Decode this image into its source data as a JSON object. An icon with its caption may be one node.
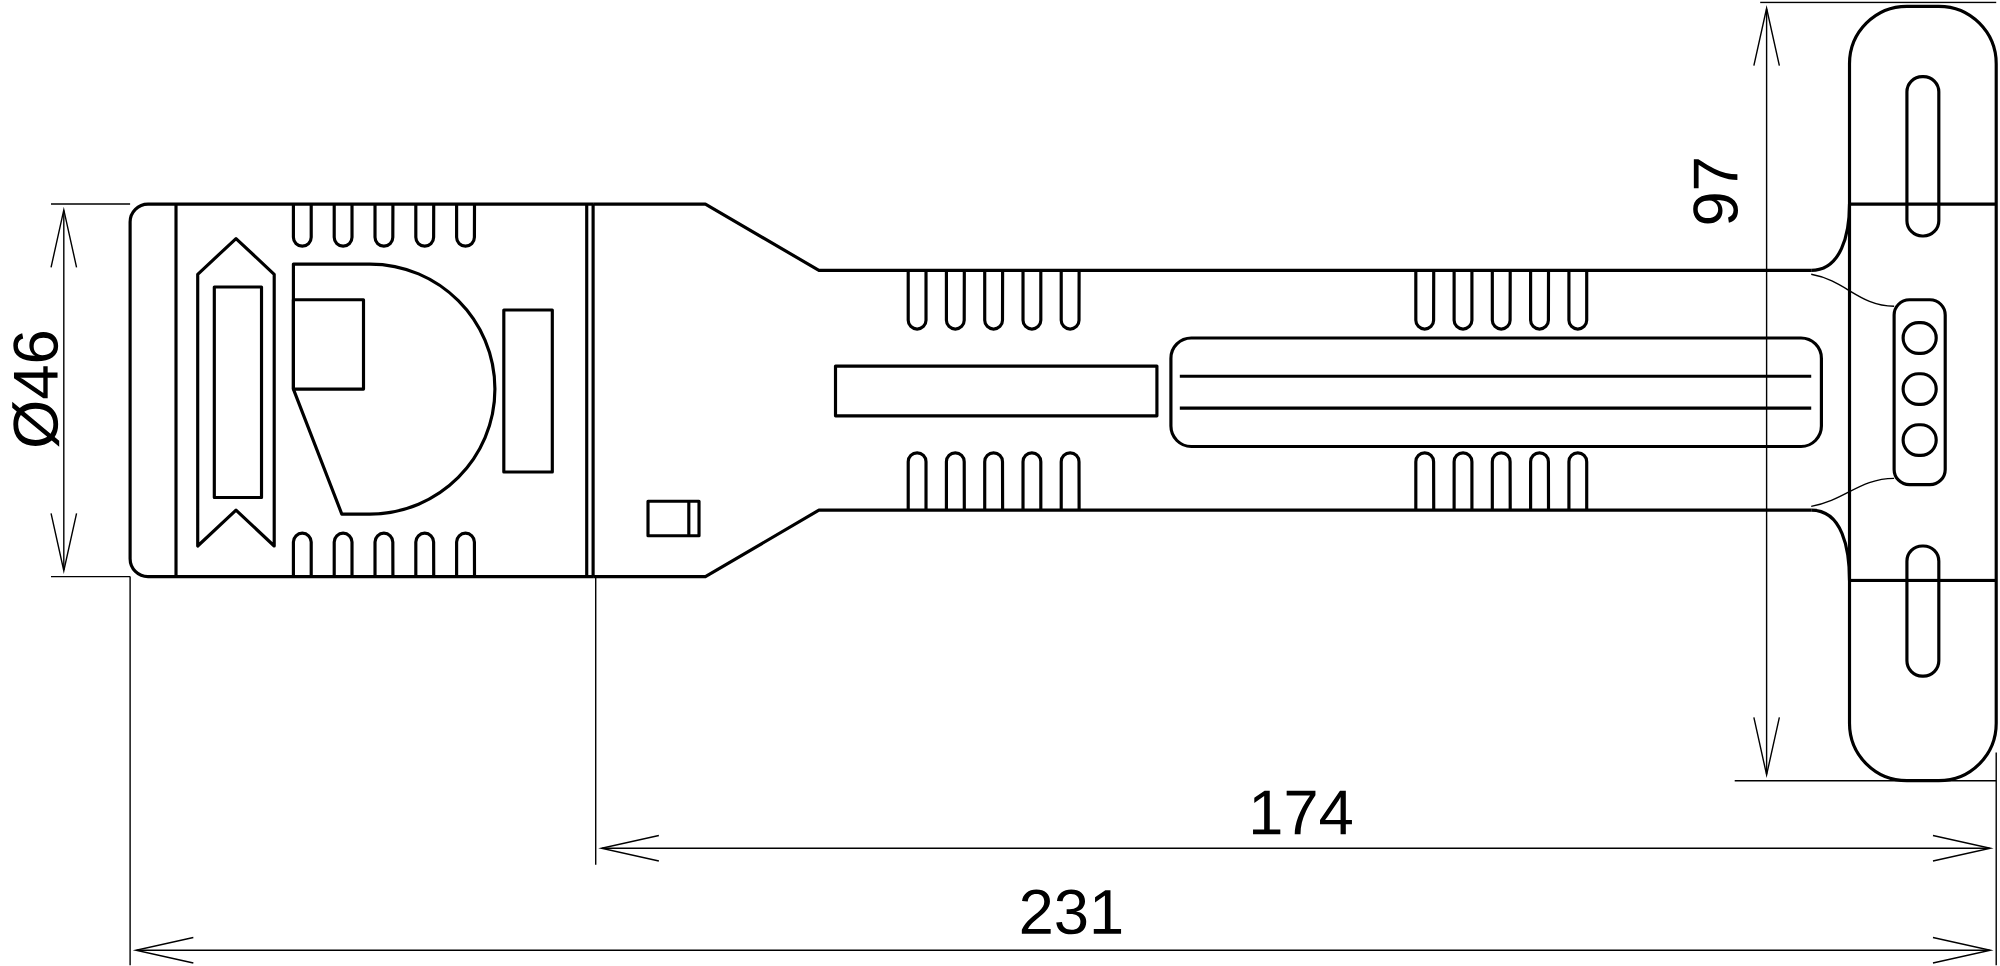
{
  "diagram": {
    "labels": [
      "Ø46",
      "97",
      "174",
      "231"
    ]
  }
}
